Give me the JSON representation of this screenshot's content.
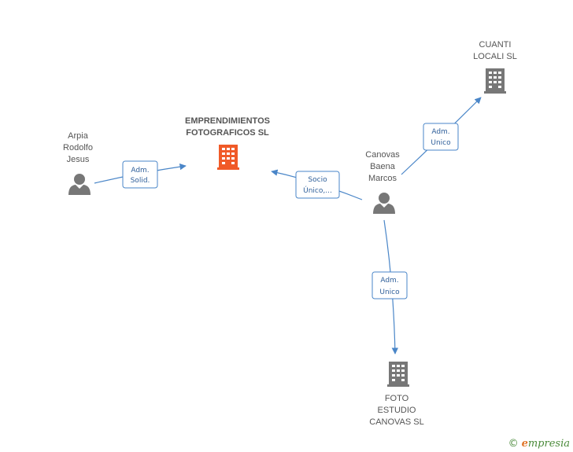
{
  "nodes": {
    "person_arpia": {
      "label": [
        "Arpia",
        "Rodolfo",
        "Jesus"
      ],
      "kind": "person"
    },
    "company_emprendimientos": {
      "label": [
        "EMPRENDIMIENTOS",
        "FOTOGRAFICOS SL"
      ],
      "kind": "company-main"
    },
    "person_canovas": {
      "label": [
        "Canovas",
        "Baena",
        "Marcos"
      ],
      "kind": "person"
    },
    "company_cuanti": {
      "label": [
        "CUANTI",
        "LOCALI SL"
      ],
      "kind": "company"
    },
    "company_foto": {
      "label": [
        "FOTO",
        "ESTUDIO",
        "CANOVAS SL"
      ],
      "kind": "company"
    }
  },
  "edges": [
    {
      "from": "person_arpia",
      "to": "company_emprendimientos",
      "role": [
        "Adm.",
        "Solid."
      ]
    },
    {
      "from": "person_canovas",
      "to": "company_emprendimientos",
      "role": [
        "Socio",
        "Único,..."
      ]
    },
    {
      "from": "person_canovas",
      "to": "company_cuanti",
      "role": [
        "Adm.",
        "Unico"
      ]
    },
    {
      "from": "person_canovas",
      "to": "company_foto",
      "role": [
        "Adm.",
        "Unico"
      ]
    }
  ],
  "colors": {
    "edge": "#4a86c8",
    "person": "#777777",
    "company": "#777777",
    "company_main": "#f05a28"
  },
  "footer": {
    "copyright": "©",
    "brand_first": "e",
    "brand_rest": "mpresia"
  }
}
